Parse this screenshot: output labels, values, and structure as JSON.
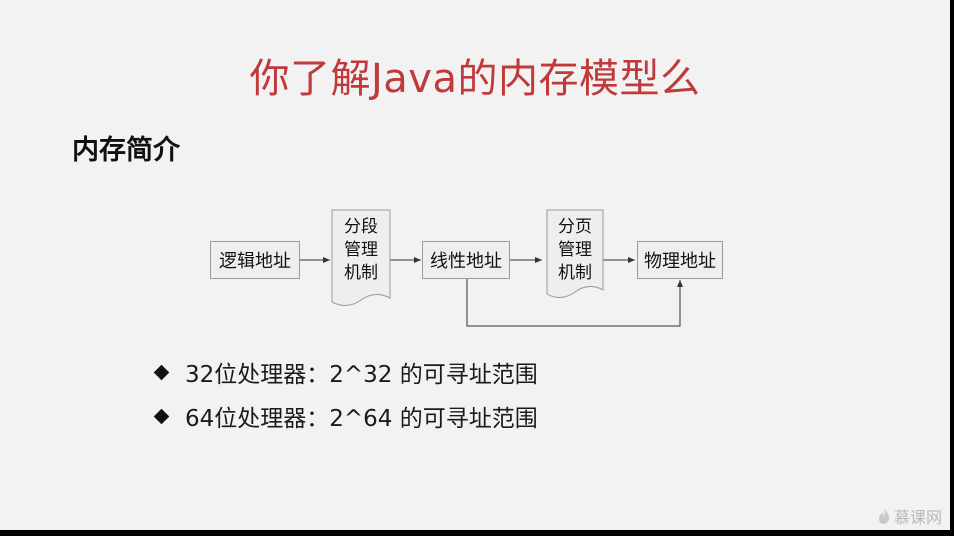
{
  "slide": {
    "title": "你了解Java的内存模型么",
    "subtitle": "内存简介"
  },
  "diagram": {
    "box_logical": "逻辑地址",
    "seg_line1": "分段",
    "seg_line2": "管理",
    "seg_line3": "机制",
    "box_linear": "线性地址",
    "page_line1": "分页",
    "page_line2": "管理",
    "page_line3": "机制",
    "box_physical": "物理地址"
  },
  "bullets": [
    "32位处理器：2^32 的可寻址范围",
    "64位处理器：2^64 的可寻址范围"
  ],
  "watermark": {
    "text": "慕课网",
    "icon": "flame-icon"
  },
  "colors": {
    "title": "#c0393b",
    "background": "#f2f2f2",
    "box_fill": "#eeeeee",
    "box_border": "#9a9a9a"
  }
}
